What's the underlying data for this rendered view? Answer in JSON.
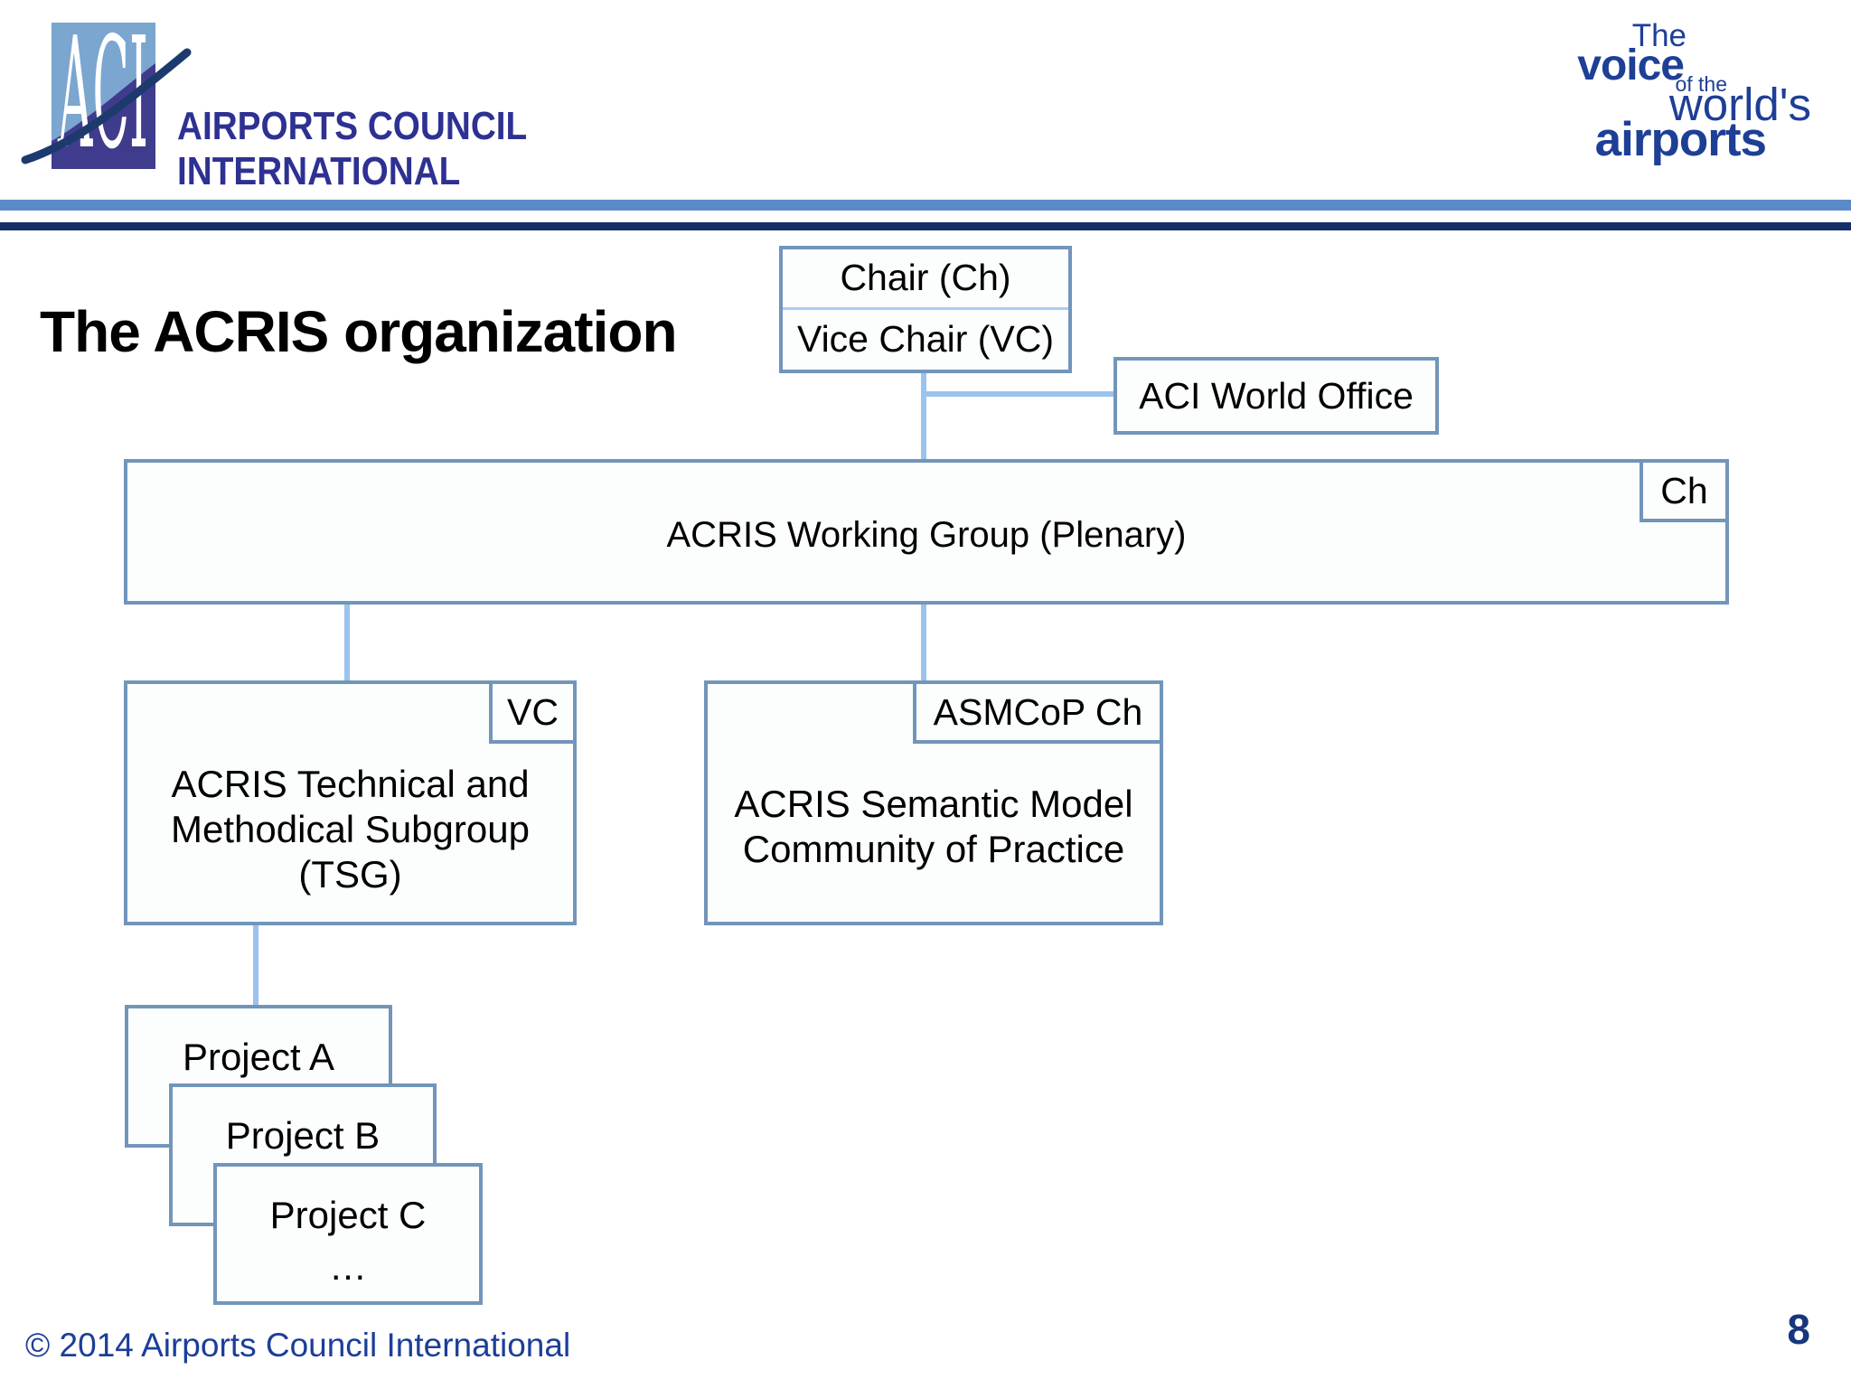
{
  "slide": {
    "title": "The ACRIS organization",
    "footer": "© 2014 Airports Council International",
    "page_number": "8"
  },
  "header": {
    "aci_logo": {
      "acronym": "ACI",
      "wordmark_line1": "AIRPORTS COUNCIL",
      "wordmark_line2": "INTERNATIONAL"
    },
    "tagline": {
      "line1": "The",
      "line2": "voice",
      "line3": "of the",
      "line4": "world's",
      "line5": "airports"
    }
  },
  "chart": {
    "chair_box": {
      "row1": "Chair (Ch)",
      "row2": "Vice Chair (VC)"
    },
    "aci_world_office": {
      "label": "ACI World Office"
    },
    "working_group": {
      "label": "ACRIS Working Group (Plenary)",
      "badge": "Ch"
    },
    "tsg": {
      "lines": [
        "ACRIS Technical and",
        "Methodical Subgroup",
        "(TSG)"
      ],
      "badge": "VC"
    },
    "asmcop": {
      "lines": [
        "ACRIS Semantic Model",
        "Community of Practice"
      ],
      "badge": "ASMCoP Ch"
    },
    "projects": [
      {
        "label": "Project A"
      },
      {
        "label": "Project B"
      },
      {
        "label": "Project C",
        "extra": "…"
      }
    ]
  },
  "colors": {
    "box_border": "#7295ba",
    "box_fill": "#fcfefd",
    "connector": "#9ac3ee",
    "bar_light_blue": "#5a8ac8",
    "bar_navy": "#133067",
    "footer_blue": "#1c3e99",
    "page_number_blue": "#17367c",
    "logo_dark_blue": "#2e3192",
    "logo_square_light": "#7aa6d0",
    "logo_square_dark": "#3f3b8d",
    "tagline_blue": "#1e3f96"
  }
}
